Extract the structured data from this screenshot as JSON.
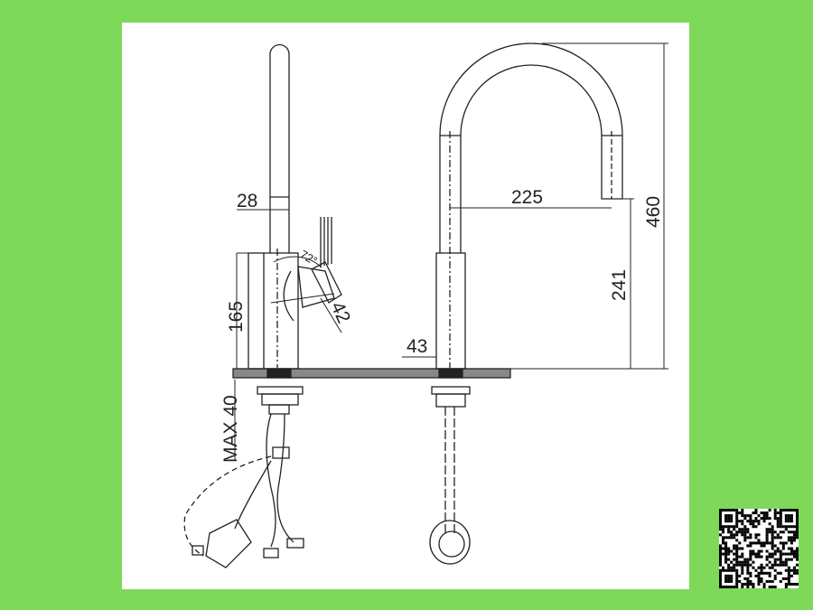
{
  "colors": {
    "background": "#7ed95b",
    "sheet": "#ffffff",
    "line": "#222222"
  },
  "side_view": {
    "spout_diameter": "28",
    "body_height": "165",
    "lever_angle": "72°",
    "lever_length": "42",
    "max_counter_thickness": "MAX 40"
  },
  "front_view": {
    "spout_reach": "225",
    "total_height": "460",
    "spout_outlet_height": "241",
    "body_diameter": "43"
  },
  "qr_code": {
    "icon": "qr-code-icon"
  }
}
